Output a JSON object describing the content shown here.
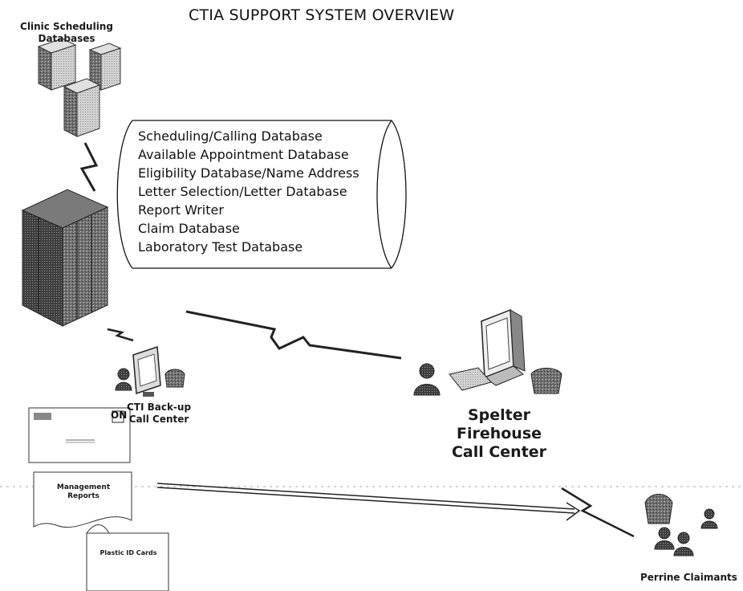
{
  "title": "CTIA SUPPORT SYSTEM OVERVIEW",
  "clinic_label": [
    "Clinic Scheduling",
    "Databases"
  ],
  "database_items": [
    "Scheduling/Calling Database",
    "Available Appointment Database",
    "Eligibility Database/Name Address",
    "Letter Selection/Letter Database",
    "Report Writer",
    "Claim Database",
    "Laboratory Test Database"
  ],
  "backup_label": [
    "CTI Back-up",
    "Call Center"
  ],
  "firehouse_label": [
    "Spelter",
    "Firehouse",
    "Call Center"
  ],
  "claimants_label": "Perrine Claimants",
  "docs": {
    "letter_logo": "ON",
    "management_reports": [
      "Management",
      "Reports"
    ],
    "id_card": "Plastic ID Cards"
  }
}
